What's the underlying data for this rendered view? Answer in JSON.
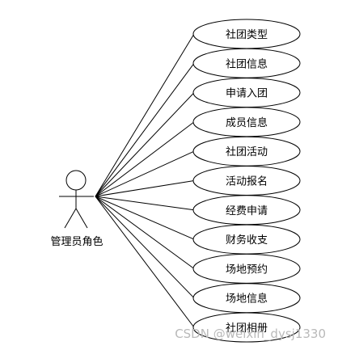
{
  "actor": {
    "label": "管理员角色"
  },
  "use_cases": [
    {
      "label": "社团类型"
    },
    {
      "label": "社团信息"
    },
    {
      "label": "申请入团"
    },
    {
      "label": "成员信息"
    },
    {
      "label": "社团活动"
    },
    {
      "label": "活动报名"
    },
    {
      "label": "经费申请"
    },
    {
      "label": "财务收支"
    },
    {
      "label": "场地预约"
    },
    {
      "label": "场地信息"
    },
    {
      "label": "社团相册"
    }
  ],
  "watermark": "CSDN @weixin_dysj1330"
}
